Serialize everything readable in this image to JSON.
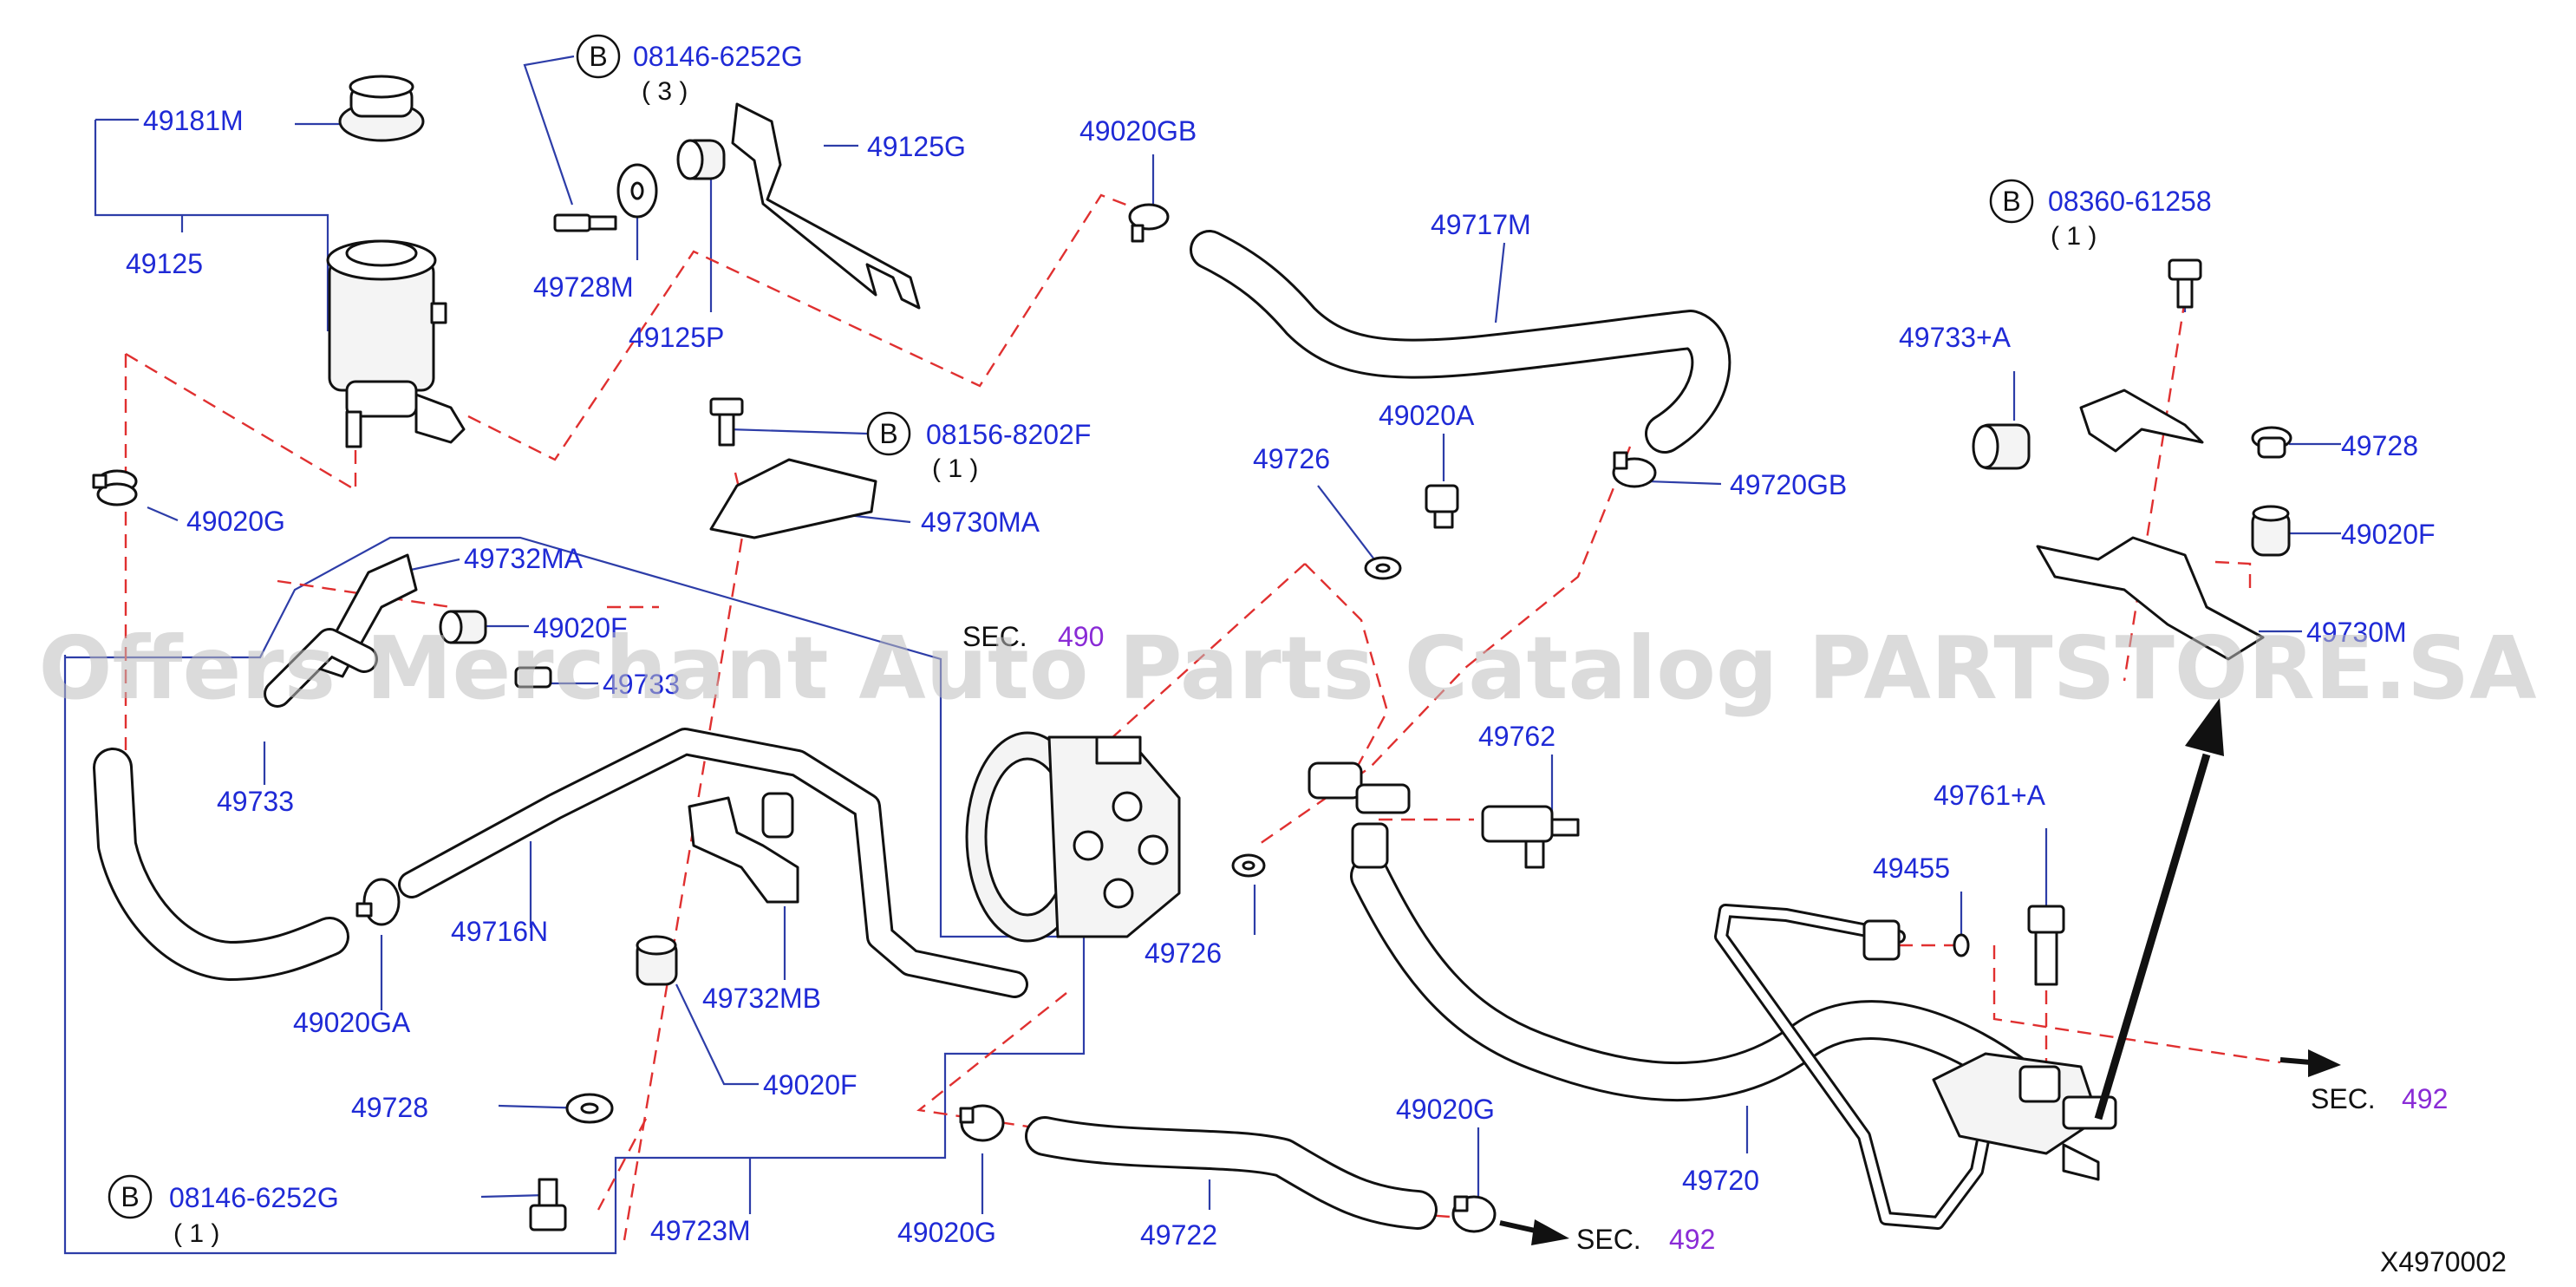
{
  "diagram": {
    "watermark": "Offers Merchant Auto Parts Catalog PARTSTORE.SA",
    "drawing_code": "X4970002",
    "labels": {
      "p49181M": "49181M",
      "p49125": "49125",
      "p08146_top": "08146-6252G",
      "p08146_top_qty": "( 3 )",
      "p49125G": "49125G",
      "p49728M": "49728M",
      "p49125P": "49125P",
      "p49020GB": "49020GB",
      "p49717M": "49717M",
      "p08360": "08360-61258",
      "p08360_qty": "( 1 )",
      "p49733A": "49733+A",
      "p49728_r": "49728",
      "p49020F_r": "49020F",
      "p49730M": "49730M",
      "p49020G_l": "49020G",
      "p08156": "08156-8202F",
      "p08156_qty": "( 1 )",
      "p49730MA": "49730MA",
      "p49020A": "49020A",
      "p49726_t": "49726",
      "p49720GB": "49720GB",
      "p49732MA": "49732MA",
      "p49020F_m": "49020F",
      "p49733_s": "49733",
      "p49733": "49733",
      "sec490_a": "SEC.",
      "sec490_b": "490",
      "p49762": "49762",
      "p49761A": "49761+A",
      "p49455": "49455",
      "p49716N": "49716N",
      "p49726_b": "49726",
      "p49732MB": "49732MB",
      "p49020GA": "49020GA",
      "p49020F_b": "49020F",
      "p49728_b": "49728",
      "p49020G_m": "49020G",
      "p08146_bot": "08146-6252G",
      "p08146_bot_qty": "( 1 )",
      "p49723M": "49723M",
      "p49020G_b": "49020G",
      "p49722": "49722",
      "sec492_a": "SEC.",
      "sec492_b": "492",
      "p49720": "49720",
      "sec492r_a": "SEC.",
      "sec492r_b": "492",
      "b": "B"
    }
  }
}
